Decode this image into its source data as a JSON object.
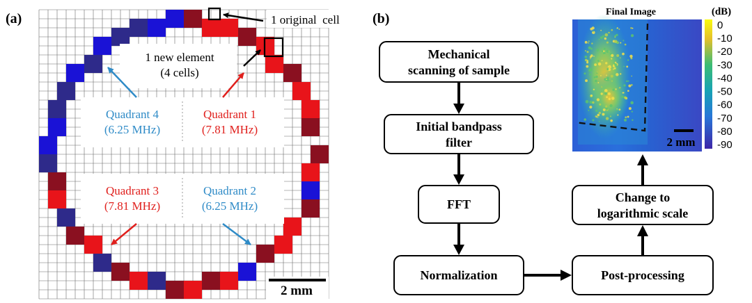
{
  "colors": {
    "red": "#e8141a",
    "dark_red": "#8a1020",
    "blue": "#1a12d6",
    "dark_blue": "#2e2a8a",
    "quad_blue": "#2f8bc7",
    "quad_red": "#e0201d",
    "grid": "#6b6b6b"
  },
  "panel_a": {
    "label": "(a)",
    "original_cell_label": "1 original  cell",
    "new_element_line1": "1 new element",
    "new_element_line2": "(4 cells)",
    "quadrants": [
      {
        "name": "Quadrant 4",
        "freq": "(6.25 MHz)",
        "color": "blue"
      },
      {
        "name": "Quadrant 1",
        "freq": "(7.81 MHz)",
        "color": "red"
      },
      {
        "name": "Quadrant 3",
        "freq": "(7.81 MHz)",
        "color": "red"
      },
      {
        "name": "Quadrant 2",
        "freq": "(6.25 MHz)",
        "color": "blue"
      }
    ],
    "scale_label": "2 mm"
  },
  "panel_b": {
    "label": "(b)",
    "steps": [
      {
        "line1": "Mechanical",
        "line2": "scanning of sample"
      },
      {
        "line1": "Initial bandpass",
        "line2": "filter"
      },
      {
        "line1": "FFT",
        "line2": ""
      },
      {
        "line1": "Normalization",
        "line2": ""
      },
      {
        "line1": "Post-processing",
        "line2": ""
      },
      {
        "line1": "Change to",
        "line2": "logarithmic scale"
      }
    ],
    "image_title": "Final Image",
    "colorbar_unit": "(dB)",
    "colorbar_ticks": [
      "0",
      "-10",
      "-20",
      "-30",
      "-40",
      "-50",
      "-60",
      "-70",
      "-80",
      "-90"
    ],
    "scale_label": "2 mm"
  }
}
